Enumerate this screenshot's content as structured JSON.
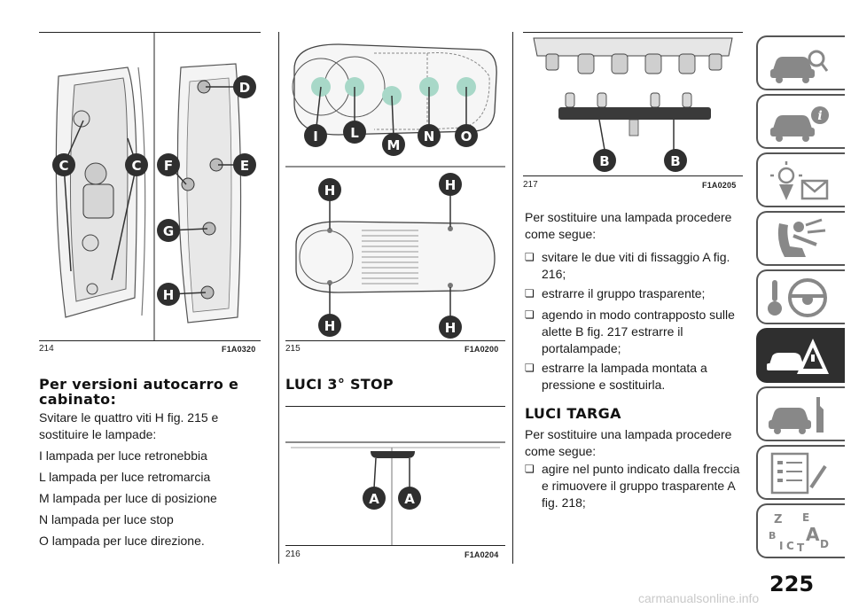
{
  "figures": {
    "fig214": {
      "number": "214",
      "code": "F1A0320",
      "labels": [
        "C",
        "C",
        "D",
        "E",
        "F",
        "G",
        "H"
      ]
    },
    "fig215": {
      "number": "215",
      "code": "F1A0200",
      "labels_top": [
        "I",
        "L",
        "M",
        "N",
        "O"
      ],
      "labels_bottom": [
        "H",
        "H",
        "H",
        "H"
      ]
    },
    "fig216": {
      "number": "216",
      "code": "F1A0204",
      "labels": [
        "A",
        "A"
      ]
    },
    "fig217": {
      "number": "217",
      "code": "F1A0205",
      "labels": [
        "B",
        "B"
      ]
    }
  },
  "col1": {
    "heading": "Per versioni autocarro e cabinato:",
    "intro": "Svitare le quattro viti H fig. 215 e sostituire le lampade:",
    "items": [
      "I lampada per luce retronebbia",
      "L lampada per luce retromarcia",
      "M lampada per luce di posizione",
      "N lampada per luce stop",
      "O lampada per luce direzione."
    ]
  },
  "col2": {
    "heading": "LUCI 3° STOP"
  },
  "col3": {
    "intro": "Per sostituire una lampada procedere come segue:",
    "bullets": [
      "svitare le due viti di fissaggio A fig. 216;",
      "estrarre il gruppo trasparente;",
      "agendo in modo contrapposto sulle alette B fig. 217 estrarre il portalampade;",
      "estrarre la lampada montata a pressione e sostituirla."
    ],
    "heading2": "LUCI TARGA",
    "intro2": "Per sostituire una lampada procedere come segue:",
    "bullets2": [
      "agire nel punto indicato dalla freccia e rimuovere il gruppo trasparente A fig. 218;"
    ]
  },
  "page_number": "225",
  "watermark": "carmanualsonline.info",
  "sidebar_tabs": [
    "car-search-icon",
    "car-info-icon",
    "warning-lights-icon",
    "airbag-seat-icon",
    "steering-key-icon",
    "emergency-triangle-icon",
    "car-maintenance-icon",
    "specifications-icon",
    "alphabetical-index-icon"
  ],
  "colors": {
    "callout": "#2f2f2f",
    "active_tab": "#2f2f2f",
    "bulb": "#a8d8c8"
  }
}
